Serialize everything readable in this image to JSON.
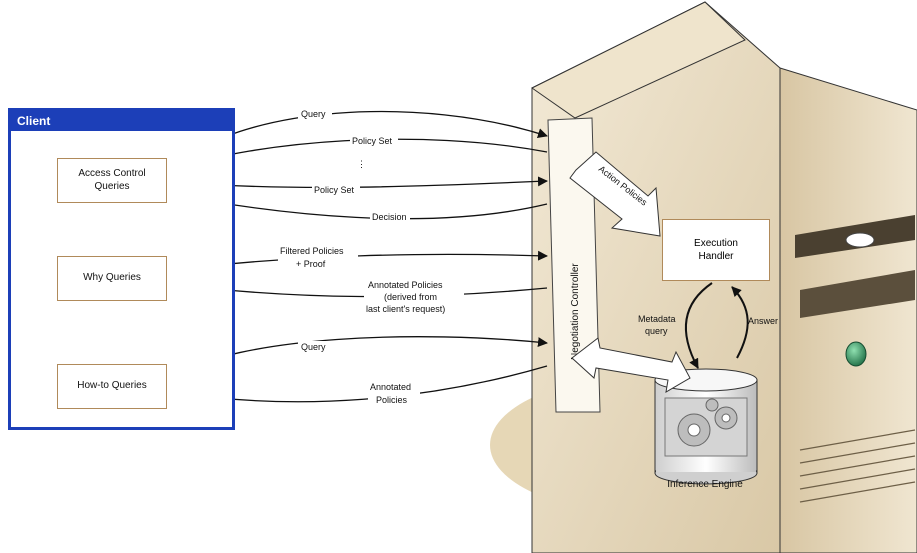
{
  "client": {
    "title": "Client"
  },
  "queries": {
    "access_control": "Access Control Queries",
    "why": "Why Queries",
    "how_to": "How-to Queries"
  },
  "arrows": {
    "query_top": "Query",
    "policy_set_1": "Policy Set",
    "ellipsis": "⋮",
    "policy_set_2": "Policy Set",
    "decision": "Decision",
    "filtered_line1": "Filtered Policies",
    "filtered_line2": "+ Proof",
    "annotated_why_line1": "Annotated Policies",
    "annotated_why_line2": "(derived from",
    "annotated_why_line3": "last client's request)",
    "query_bottom": "Query",
    "annotated_how_line1": "Annotated",
    "annotated_how_line2": "Policies",
    "action_policies": "Action Policies",
    "metadata_line1": "Metadata",
    "metadata_line2": "query",
    "answer": "Answer"
  },
  "server": {
    "negotiation_controller": "Negotiation Controller",
    "execution_handler": "Execution Handler",
    "inference_engine": "Inference Engine"
  },
  "colors": {
    "client_border": "#1c3fb8",
    "server_body": "#e9ddc4",
    "server_side": "#c9b693",
    "button": "#2e8b57"
  }
}
